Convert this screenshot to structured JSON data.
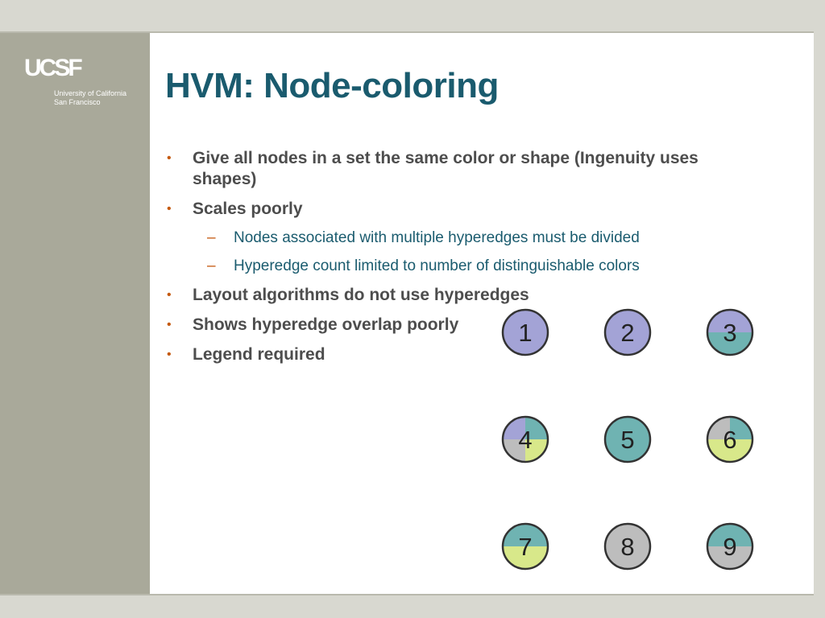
{
  "logo": {
    "mark": "UCSF",
    "line1": "University of California",
    "line2": "San Francisco"
  },
  "slide": {
    "title": "HVM: Node-coloring",
    "bullets": [
      {
        "level": 1,
        "text": "Give all nodes in a set the same color or shape (Ingenuity uses shapes)"
      },
      {
        "level": 1,
        "text": "Scales poorly"
      },
      {
        "level": 2,
        "text": "Nodes associated with multiple hyperedges must be divided"
      },
      {
        "level": 2,
        "text": "Hyperedge count limited to number of distinguishable colors"
      },
      {
        "level": 1,
        "text": "Layout algorithms do not use hyperedges"
      },
      {
        "level": 1,
        "text": "Shows hyperedge overlap poorly"
      },
      {
        "level": 1,
        "text": "Legend required"
      }
    ]
  },
  "colors": {
    "purple": "#a3a3d6",
    "teal": "#6fb3b2",
    "yellow": "#d8e88a",
    "gray": "#bdbdbd",
    "title": "#1a5b6e",
    "bullet": "#c55a11"
  },
  "nodes": [
    {
      "label": "1",
      "fill": "purple"
    },
    {
      "label": "2",
      "fill": "purple"
    },
    {
      "label": "3",
      "fill": "split-h",
      "top": "purple",
      "bottom": "teal"
    },
    {
      "label": "4",
      "fill": "quad",
      "tl": "purple",
      "tr": "teal",
      "bl": "gray",
      "br": "yellow"
    },
    {
      "label": "5",
      "fill": "teal"
    },
    {
      "label": "6",
      "fill": "quad",
      "tl": "gray",
      "tr": "teal",
      "bl": "yellow",
      "br": "yellow"
    },
    {
      "label": "7",
      "fill": "split-h",
      "top": "teal",
      "bottom": "yellow"
    },
    {
      "label": "8",
      "fill": "gray"
    },
    {
      "label": "9",
      "fill": "split-h",
      "top": "teal",
      "bottom": "gray"
    }
  ]
}
